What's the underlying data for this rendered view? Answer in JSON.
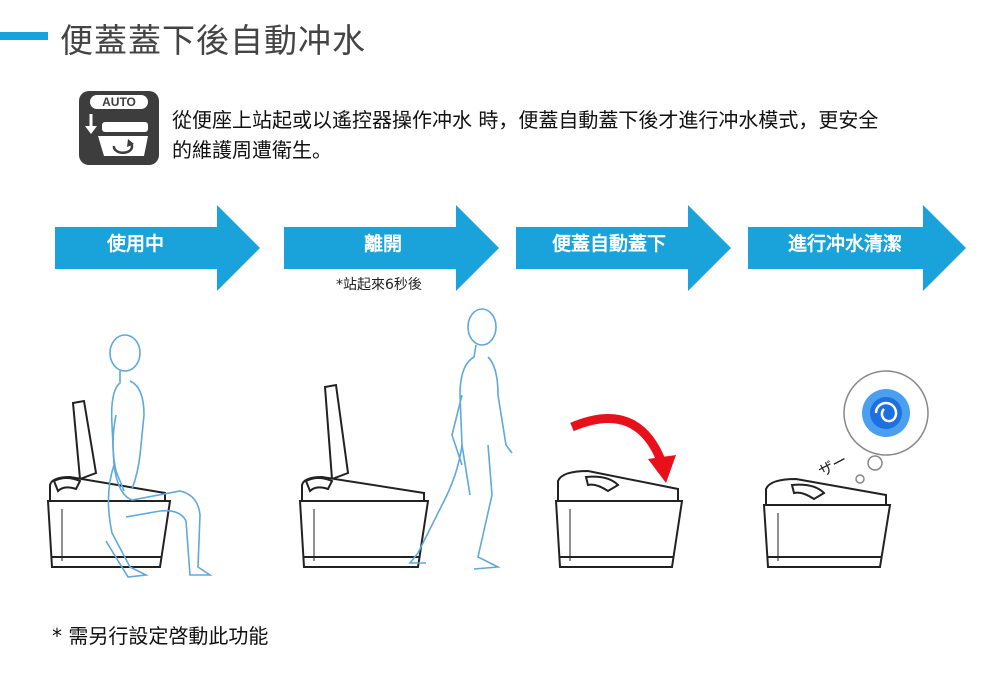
{
  "header": {
    "title": "便蓋蓋下後自動冲水"
  },
  "auto_icon": {
    "label": "AUTO"
  },
  "description": "從便座上站起或以遙控器操作冲水 時，便蓋自動蓋下後才進行冲水模式，更安全的維護周遭衛生。",
  "steps": [
    {
      "label": "使用中",
      "note": ""
    },
    {
      "label": "離開",
      "note": "*站起來6秒後"
    },
    {
      "label": "便蓋自動蓋下",
      "note": ""
    },
    {
      "label": "進行冲水清潔",
      "note": ""
    }
  ],
  "scene4": {
    "sound_text": "ザー"
  },
  "footnote": "* 需另行設定啓動此功能",
  "colors": {
    "accent": "#1aa3db",
    "figure": "#5fa9db",
    "lid_arrow": "#e8111b",
    "swirl": "#1e6fe0",
    "icon_bg": "#3d3d3d"
  }
}
